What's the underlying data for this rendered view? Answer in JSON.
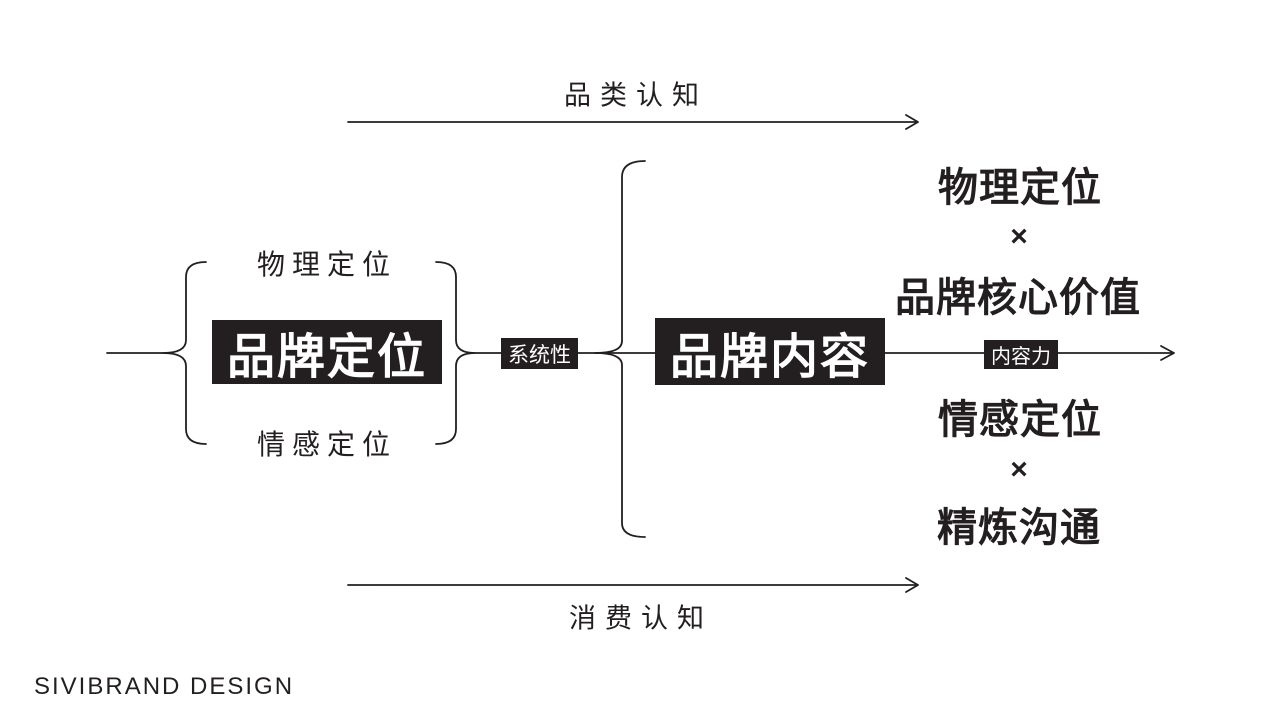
{
  "colors": {
    "ink": "#231f20",
    "box_background": "#231f20",
    "box_text": "#ffffff",
    "page_background": "#ffffff"
  },
  "axes": {
    "top": {
      "label": "品类认知"
    },
    "bottom": {
      "label": "消费认知"
    }
  },
  "positioning_group": {
    "top_label": "物理定位",
    "box_label": "品牌定位",
    "bottom_label": "情感定位"
  },
  "tags": {
    "systematic": "系统性",
    "content_power": "内容力"
  },
  "content_box": {
    "label": "品牌内容"
  },
  "results": {
    "top": {
      "line1": "物理定位",
      "op": "×",
      "line2": "品牌核心价值"
    },
    "bottom": {
      "line1": "情感定位",
      "op": "×",
      "line2": "精炼沟通"
    }
  },
  "footer": {
    "brand": "SIVIBRAND DESIGN"
  }
}
